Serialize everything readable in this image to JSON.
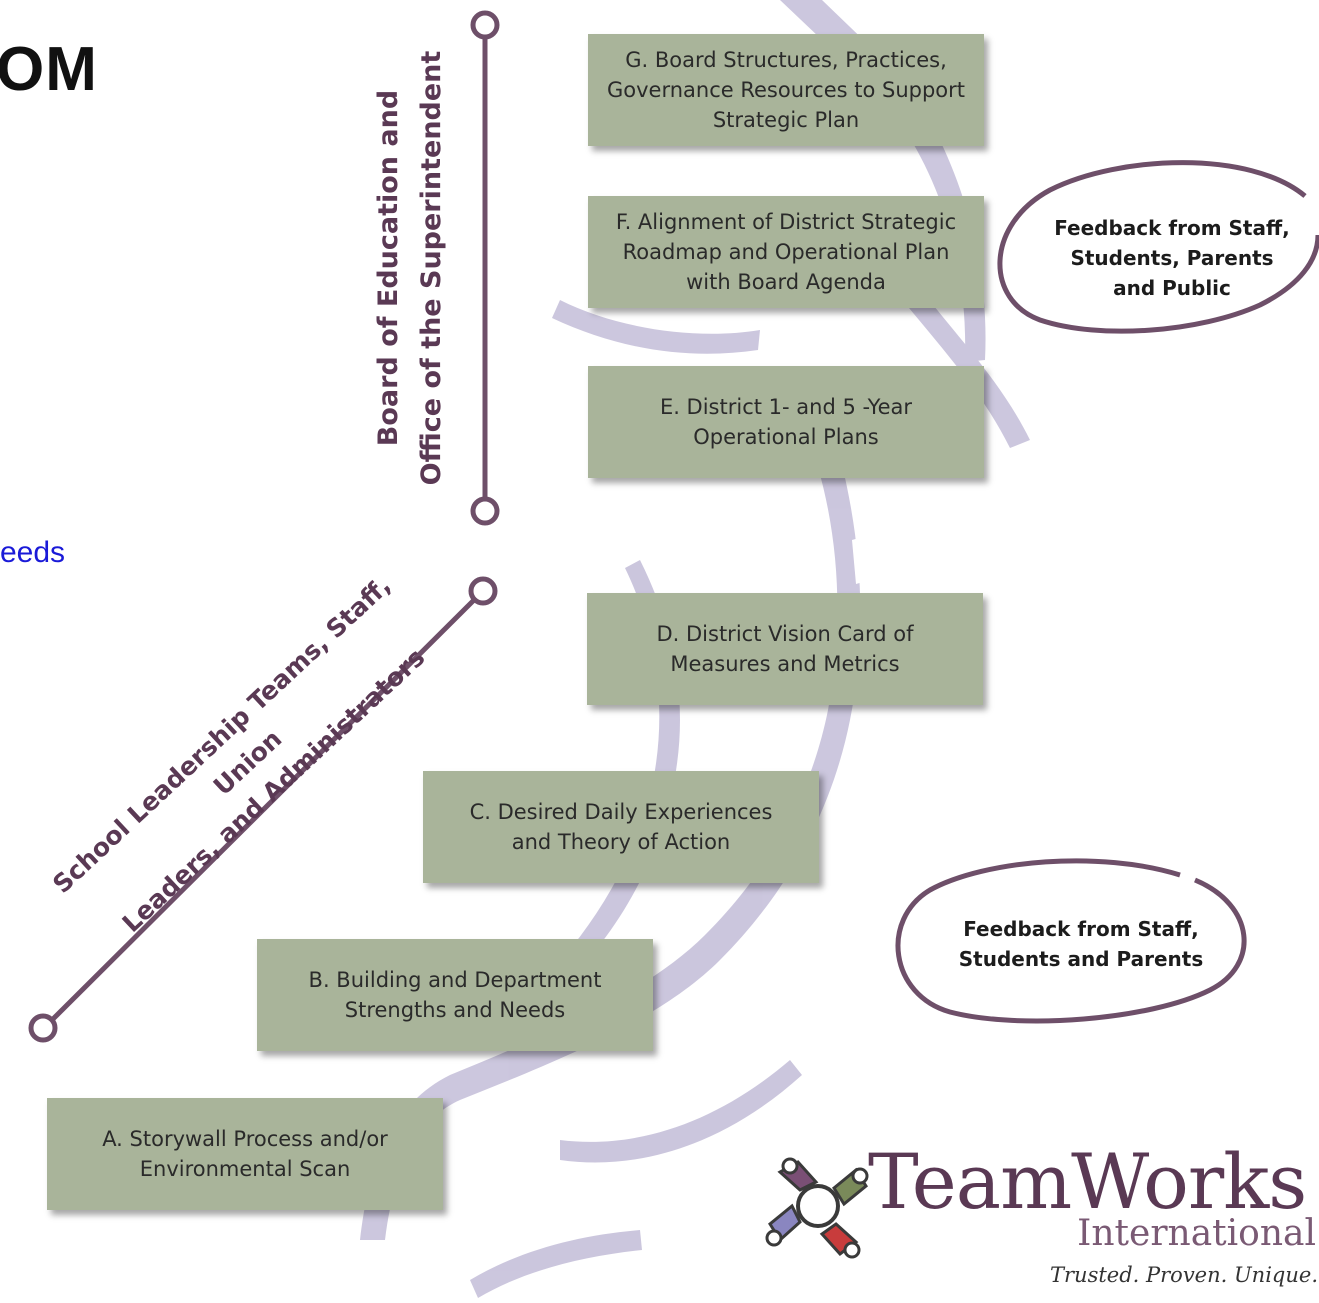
{
  "fragments": {
    "title": "OM",
    "link": "eeds"
  },
  "groups": {
    "board": "Board of Education and\nOffice of the Superintendent",
    "school": "School Leadership Teams, Staff, Union\nLeaders, and Administrators"
  },
  "steps": [
    {
      "label": "A. Storywall Process and/or\nEnvironmental Scan"
    },
    {
      "label": "B. Building and Department\nStrengths and Needs"
    },
    {
      "label": "C. Desired Daily Experiences\nand Theory of Action"
    },
    {
      "label": "D. District Vision Card of\nMeasures and Metrics"
    },
    {
      "label": "E. District 1- and 5 -Year\nOperational Plans"
    },
    {
      "label": "F. Alignment of District Strategic\nRoadmap and Operational Plan\nwith Board Agenda"
    },
    {
      "label": "G. Board Structures, Practices,\nGovernance Resources to Support\nStrategic Plan"
    }
  ],
  "feedback": [
    {
      "text": "Feedback from Staff,\nStudents, Parents\nand Public"
    },
    {
      "text": "Feedback from Staff,\nStudents and Parents"
    }
  ],
  "logo": {
    "name": "TeamWorks",
    "subtitle": "International",
    "tagline": "Trusted.  Proven.  Unique."
  },
  "colors": {
    "box_fill": "#a9b49a",
    "accent": "#5a3954",
    "background_art": "#c9c4dc"
  }
}
